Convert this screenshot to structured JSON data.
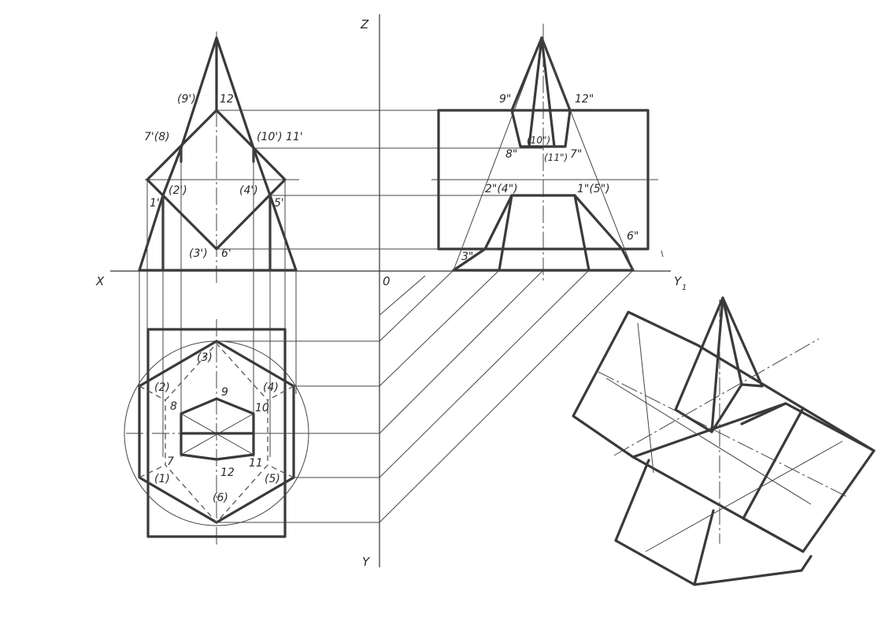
{
  "axes": {
    "z": "Z",
    "x": "X",
    "origin": "0",
    "y1": "Y",
    "y1_sub": "1",
    "y": "Y"
  },
  "front_labels": {
    "l9": "(9')",
    "l12": "12'",
    "l7_8": "7'(8)",
    "l10_11": "(10') 11'",
    "l2": "(2')",
    "l4": "(4')",
    "l1": "1'",
    "l5": "5'",
    "l3": "(3')",
    "l6": "6'"
  },
  "side_labels": {
    "l9": "9\"",
    "l12": "12\"",
    "l10": "(10\")",
    "l8": "8\"",
    "l11": "(11\")",
    "l7": "7\"",
    "l2_4": "2\"(4\")",
    "l1_5": "1\"(5\")",
    "l3": "3\"",
    "l6": "6\""
  },
  "top_labels": {
    "l3": "(3)",
    "l2": "(2)",
    "l4": "(4)",
    "l9": "9",
    "l8": "8",
    "l10": "10",
    "l7": "7",
    "l1": "(1)",
    "l12": "12",
    "l11": "11",
    "l5": "(5)",
    "l6": "(6)"
  }
}
